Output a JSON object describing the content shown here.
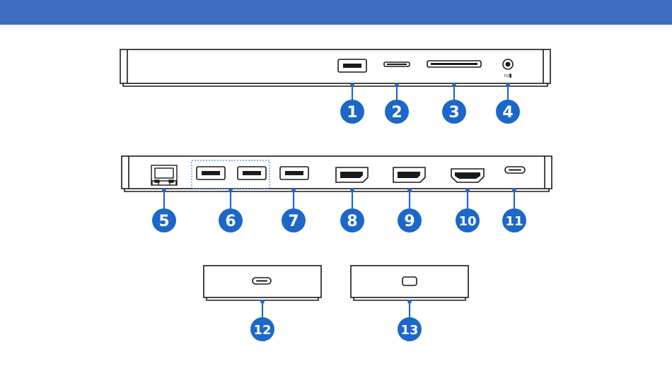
{
  "header": {
    "color": "#3f6dbd"
  },
  "colors": {
    "callout": "#1c67c9",
    "device": "#1a1a1a",
    "highlight": "#3f86d6"
  },
  "front_panel": {
    "ports": [
      {
        "icon": "usb-a-port-icon"
      },
      {
        "icon": "microsd-slot-icon"
      },
      {
        "icon": "sd-card-slot-icon"
      },
      {
        "icon": "audio-jack-icon",
        "symbol": "∩/▮"
      }
    ],
    "callouts": [
      "1",
      "2",
      "3",
      "4"
    ]
  },
  "rear_panel": {
    "ports": [
      {
        "icon": "ethernet-port-icon"
      },
      {
        "icon": "usb-a-port-icon"
      },
      {
        "icon": "usb-a-port-icon"
      },
      {
        "icon": "usb-a-port-icon"
      },
      {
        "icon": "displayport-icon"
      },
      {
        "icon": "displayport-icon"
      },
      {
        "icon": "hdmi-port-icon"
      },
      {
        "icon": "usb-c-port-icon"
      }
    ],
    "callouts": [
      "5",
      "6",
      "7",
      "8",
      "9",
      "10",
      "11"
    ]
  },
  "side_panels": {
    "left": {
      "icon": "usb-c-port-icon",
      "callout": "12"
    },
    "right": {
      "icon": "dc-power-port-icon",
      "callout": "13"
    }
  }
}
